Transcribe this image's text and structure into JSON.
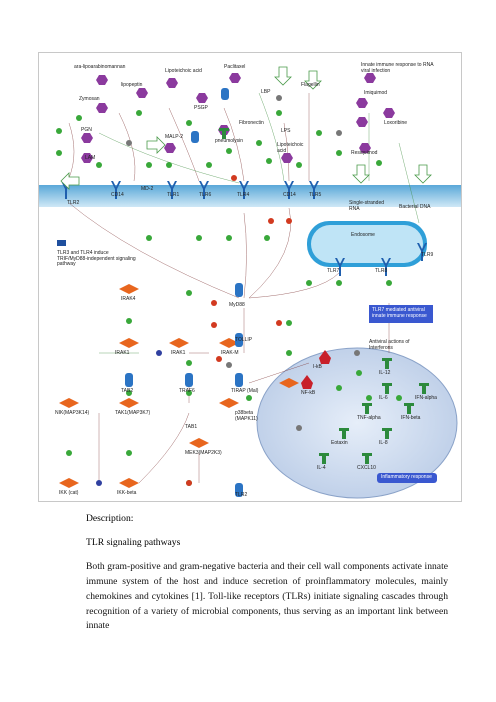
{
  "diagram": {
    "labels": {
      "ara": "ara-lipoarabinomannan",
      "lipo_acid_top": "Lipoteichoic acid",
      "paclitaxel": "Paclitaxel",
      "flagellin": "Flagellin",
      "innate": "Innate immune response to RNA viral infection",
      "lipopeptin": "lipopeptin",
      "lbp": "LBP",
      "psgp": "PSGP",
      "zymosan": "Zymosan",
      "imiquimod": "Imiquimod",
      "loxoribine": "Loxoribine",
      "fibronectin": "Fibronectin",
      "pgn": "PGN",
      "malp2": "MALP-2",
      "pneumolysin": "pneumolysin",
      "lps": "LPS",
      "lam": "LAM",
      "lipo_acid2": "Lipoteichoic acid",
      "resiquimod": "Resiquimod",
      "tlr2": "TLR2",
      "cd14": "CD14",
      "mdp2": "MD-2",
      "tlr1": "TLR1",
      "tlr6": "TLR6",
      "tlr4": "TLR4",
      "cd14b": "CD14",
      "tlr5": "TLR5",
      "ssrna": "Single-stranded RNA",
      "bdna": "Bacterial DNA",
      "endosome": "Endosome",
      "tlr3": "TLR3 and TLR4 induce TRIF/MyD88-independent signaling pathway",
      "tlr7": "TLR7",
      "tlr8": "TLR8",
      "tlr9": "TLR9",
      "irak4": "IRAK4",
      "myd88": "MyD88",
      "tlr7box": "TLR7 mediated antiviral innate immune response",
      "tollip": "TOLLIP",
      "antiviral": "Antiviral actions of Interferons",
      "irak1": "IRAK1",
      "irak1b": "IRAK1",
      "irakm": "IRAK-M",
      "tab2": "TAB2",
      "traf6": "TRAF6",
      "tirap": "TIRAP (Mal)",
      "ikk": "I-kB",
      "il12": "IL-12",
      "nfkb": "NF-kB",
      "il6": "IL-6",
      "ifna": "IFN-alpha",
      "nik": "NIK(MAP3K14)",
      "tak1": "TAK1(MAP3K7)",
      "tab1": "TAB1",
      "p38": "p38beta (MAPK11)",
      "tnfa": "TNF-alpha",
      "ifnb": "IFN-beta",
      "eotaxin": "Eotaxin",
      "il8": "IL-8",
      "mek3": "MEK3(MAP2K3)",
      "il4": "IL-4",
      "cxcl10": "CXCL10",
      "ikkab": "IKK (cat)",
      "ikkb": "IKK-beta",
      "tlr2b": "TLR2",
      "inflam": "Inflammatory response"
    }
  },
  "text": {
    "desc_label": "Description:",
    "title": "TLR signaling pathways",
    "body": "Both gram-positive and gram-negative bacteria and their cell wall components activate innate immune system of the host and induce secretion of proinflammatory molecules, mainly chemokines and cytokines [1]. Toll-like receptors (TLRs) initiate signaling cascades through recognition of a variety of microbial components, thus serving as an important link between innate"
  }
}
